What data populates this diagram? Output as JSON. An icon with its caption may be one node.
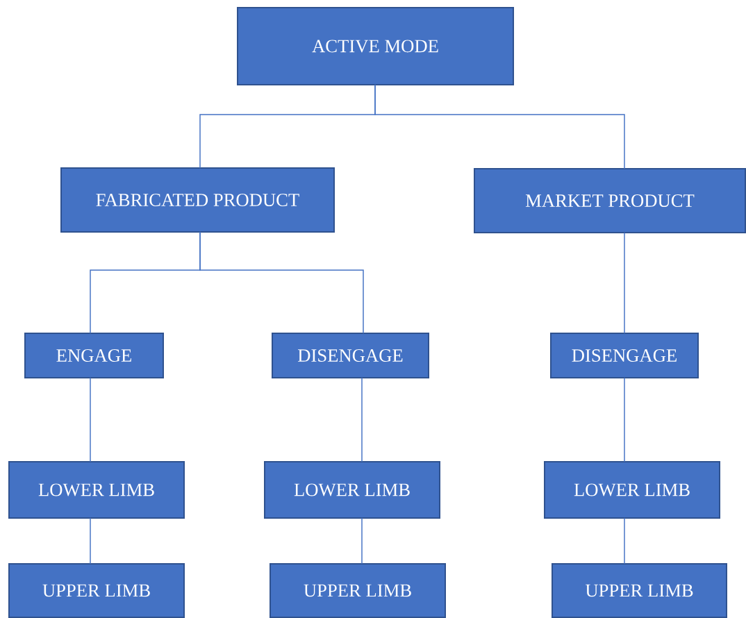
{
  "diagram": {
    "nodes": [
      {
        "text": [
          "ACTIVE MODE"
        ]
      },
      {
        "text": [
          "FABRICATED PRODUCT"
        ]
      },
      {
        "text": [
          "MARKET PRODUCT"
        ]
      },
      {
        "text": [
          "ENGAGE"
        ]
      },
      {
        "text": [
          "DISENGAGE"
        ]
      },
      {
        "text": [
          "DISENGAGE"
        ]
      },
      {
        "text": [
          "LOWER LIMB"
        ]
      },
      {
        "text": [
          "LOWER LIMB"
        ]
      },
      {
        "text": [
          "LOWER LIMB"
        ]
      },
      {
        "text": [
          "UPPER LIMB"
        ]
      },
      {
        "text": [
          "UPPER LIMB"
        ]
      },
      {
        "text": [
          "UPPER LIMB"
        ]
      }
    ],
    "edges": [
      {
        "from": 0,
        "to": 1,
        "arrow": "none"
      },
      {
        "from": 0,
        "to": 2,
        "arrow": "none"
      },
      {
        "from": 1,
        "to": 3,
        "arrow": "none"
      },
      {
        "from": 1,
        "to": 4,
        "arrow": "none"
      },
      {
        "from": 2,
        "to": 5,
        "arrow": "none"
      },
      {
        "from": 3,
        "to": 6,
        "arrow": "none"
      },
      {
        "from": 4,
        "to": 7,
        "arrow": "none"
      },
      {
        "from": 5,
        "to": 8,
        "arrow": "none"
      },
      {
        "from": 6,
        "to": 9,
        "arrow": "none"
      },
      {
        "from": 7,
        "to": 10,
        "arrow": "none"
      },
      {
        "from": 8,
        "to": 11,
        "arrow": "none"
      }
    ]
  }
}
